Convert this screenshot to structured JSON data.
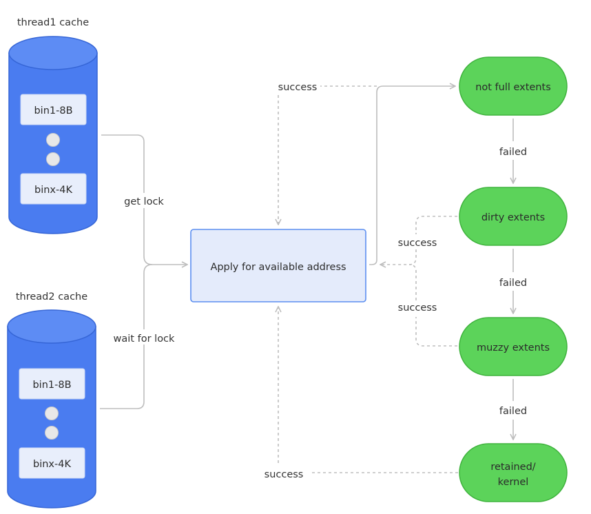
{
  "thread1": {
    "title": "thread1 cache",
    "bins": [
      "bin1-8B",
      "binx-4K"
    ]
  },
  "thread2": {
    "title": "thread2 cache",
    "bins": [
      "bin1-8B",
      "binx-4K"
    ]
  },
  "edges": {
    "get_lock": "get lock",
    "wait_for_lock": "wait for lock",
    "success_top": "success",
    "success_dirty": "success",
    "success_muzzy": "success",
    "success_bottom": "success",
    "failed_1": "failed",
    "failed_2": "failed",
    "failed_3": "failed"
  },
  "center": {
    "label": "Apply for available address"
  },
  "extents": {
    "not_full": "not full extents",
    "dirty": "dirty extents",
    "muzzy": "muzzy extents",
    "retained_line1": "retained/",
    "retained_line2": "kernel"
  },
  "colors": {
    "cylinder": "#4a7cf0",
    "cylinder_top": "#5d8cf4",
    "cylinder_stroke": "#3565d6",
    "bin_fill": "#e8eefb",
    "center_fill": "#e4ebfb",
    "center_stroke": "#5b8ef0",
    "extent_fill": "#5cd35a",
    "extent_stroke": "#3fb33d",
    "connector": "#bdbdbd"
  }
}
